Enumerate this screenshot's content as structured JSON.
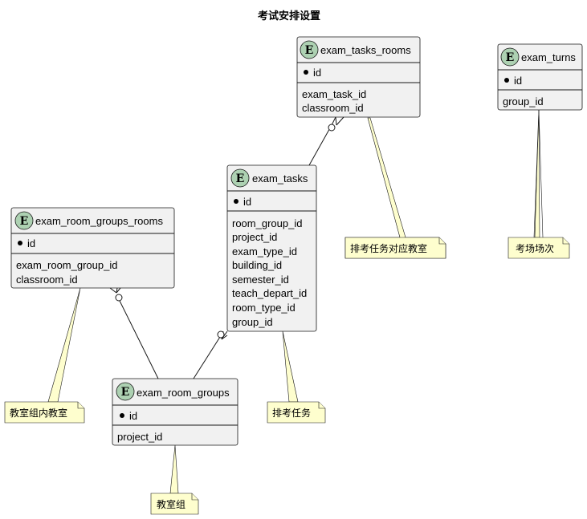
{
  "title": "考试安排设置",
  "entities": {
    "exam_tasks_rooms": {
      "letter": "E",
      "name": "exam_tasks_rooms",
      "pk": "id",
      "fields": [
        "exam_task_id",
        "classroom_id"
      ]
    },
    "exam_turns": {
      "letter": "E",
      "name": "exam_turns",
      "pk": "id",
      "fields": [
        "group_id"
      ]
    },
    "exam_tasks": {
      "letter": "E",
      "name": "exam_tasks",
      "pk": "id",
      "fields": [
        "room_group_id",
        "project_id",
        "exam_type_id",
        "building_id",
        "semester_id",
        "teach_depart_id",
        "room_type_id",
        "group_id"
      ]
    },
    "exam_room_groups_rooms": {
      "letter": "E",
      "name": "exam_room_groups_rooms",
      "pk": "id",
      "fields": [
        "exam_room_group_id",
        "classroom_id"
      ]
    },
    "exam_room_groups": {
      "letter": "E",
      "name": "exam_room_groups",
      "pk": "id",
      "fields": [
        "project_id"
      ]
    }
  },
  "notes": {
    "exam_tasks_rooms": "排考任务对应教室",
    "exam_turns": "考场场次",
    "exam_tasks": "排考任务",
    "exam_room_groups_rooms": "教室组内教室",
    "exam_room_groups": "教室组"
  },
  "colors": {
    "entity_fill": "#f1f1f1",
    "badge_fill": "#add1b2",
    "note_fill": "#fefece",
    "line": "#181818"
  }
}
